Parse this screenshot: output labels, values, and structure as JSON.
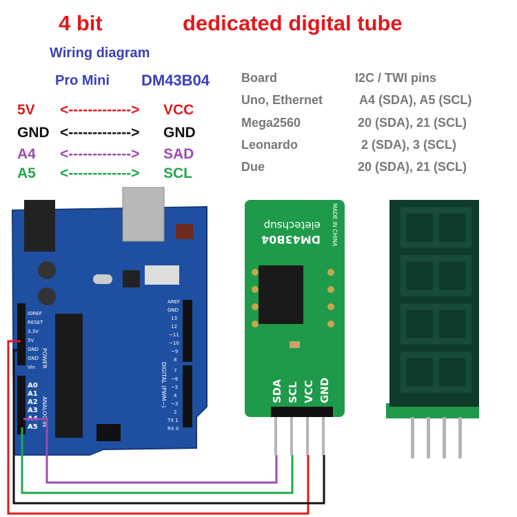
{
  "title": {
    "part1": "4 bit",
    "part2": "dedicated digital tube"
  },
  "subtitle": "Wiring diagram",
  "columns": {
    "left": "Pro Mini",
    "right": "DM43B04"
  },
  "wiring": [
    {
      "from": "5V",
      "arrow": "<------------->",
      "to": "VCC",
      "color": "#e0191c"
    },
    {
      "from": "GND",
      "arrow": "<------------->",
      "to": "GND",
      "color": "#111111"
    },
    {
      "from": "A4",
      "arrow": "<------------->",
      "to": "SAD",
      "color": "#9b4bb0"
    },
    {
      "from": "A5",
      "arrow": "<------------->",
      "to": "SCL",
      "color": "#1fa84a"
    }
  ],
  "i2c_table": {
    "headers": [
      "Board",
      "I2C / TWI pins"
    ],
    "rows": [
      [
        "Uno, Ethernet",
        "A4 (SDA), A5 (SCL)"
      ],
      [
        "Mega2560",
        "20 (SDA), 21 (SCL)"
      ],
      [
        "Leonardo",
        "2 (SDA), 3 (SCL)"
      ],
      [
        "Due",
        "20 (SDA), 21 (SCL)"
      ]
    ]
  },
  "module": {
    "model": "DM43B04",
    "brand": "eletechsup",
    "origin": "MADE IN CHINA",
    "pins": [
      "SDA",
      "SCL",
      "VCC",
      "GND"
    ]
  },
  "board": {
    "power_pins": [
      "IOREF",
      "RESET",
      "3.3V",
      "5V",
      "GND",
      "GND",
      "Vin"
    ],
    "analog_pins": [
      "A0",
      "A1",
      "A2",
      "A3",
      "A4",
      "A5"
    ],
    "power_label": "POWER",
    "analog_label": "ANALOG IN",
    "digital_label": "DIGITAL (PWM~)",
    "digital_pins": [
      "AREF",
      "GND",
      "13",
      "12",
      "~11",
      "~10",
      "~9",
      "8",
      "7",
      "~6",
      "~5",
      "4",
      "~3",
      "2",
      "TX 1",
      "RX 0"
    ]
  },
  "colors": {
    "board": "#1f4fa0",
    "module_pcb": "#1e9a4a",
    "tube": "#0f3b2b",
    "red": "#e0191c",
    "green": "#1fa84a",
    "purple": "#9b4bb0"
  }
}
